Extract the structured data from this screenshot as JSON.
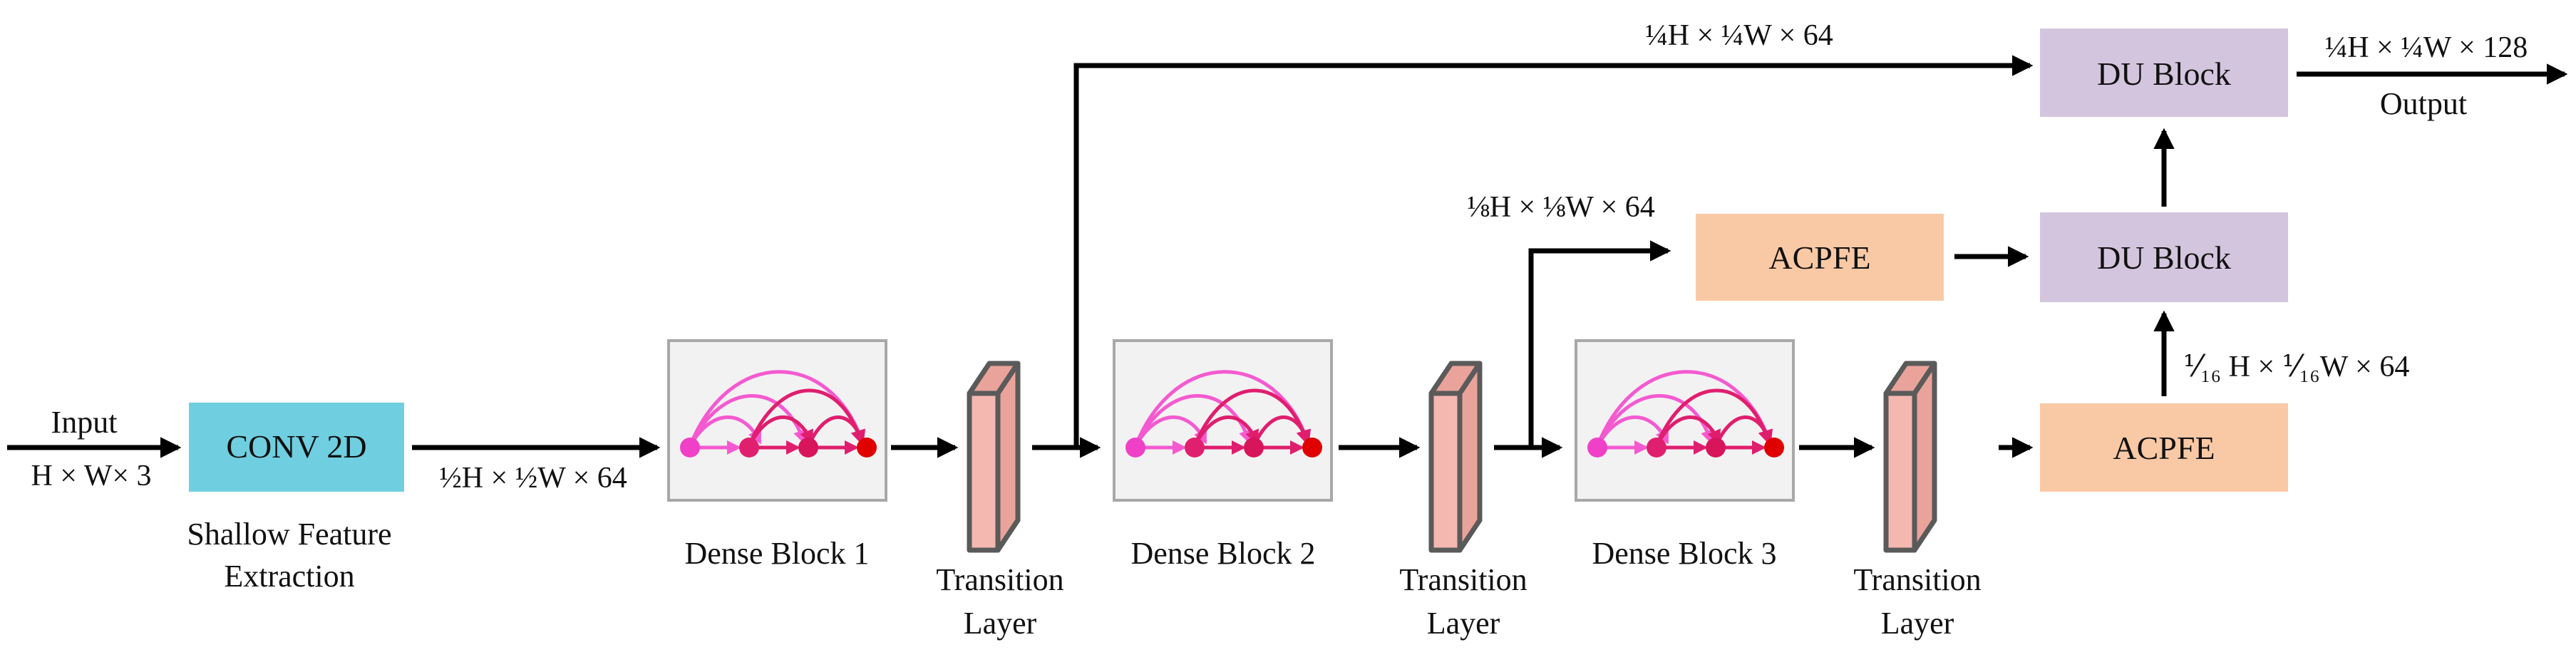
{
  "colors": {
    "conv": "#6fcfe0",
    "acpfe": "#f9c9a5",
    "du": "#d4c5df",
    "dense_bg": "#f2f2f2",
    "dense_border": "#a8a8a8",
    "transition_front": "#f4b8b0",
    "transition_side": "#eaa39a",
    "transition_edge": "#5a5a5a",
    "node_1": "#f040c8",
    "node_2": "#e0206e",
    "node_3": "#d8145a",
    "node_4": "#e00000",
    "arc_light": "#f45ad0",
    "arc_dark": "#e01e6e"
  },
  "input": {
    "label": "Input",
    "dims": "H × W× 3"
  },
  "conv": {
    "label": "CONV 2D",
    "caption_line1": "Shallow Feature",
    "caption_line2": "Extraction"
  },
  "dims": {
    "half": "½H × ½W × 64",
    "quarter": "¼H × ¼W × 64",
    "eighth": "⅛H × ⅛W × 64",
    "sixteenth": "⅟₁₆ H × ⅟₁₆W × 64",
    "output": "¼H × ¼W × 128"
  },
  "dense_blocks": [
    {
      "label": "Dense Block 1"
    },
    {
      "label": "Dense Block 2"
    },
    {
      "label": "Dense Block 3"
    }
  ],
  "transition": {
    "line1": "Transition",
    "line2": "Layer"
  },
  "acpfe": {
    "label": "ACPFE"
  },
  "du": {
    "label": "DU Block"
  },
  "output": {
    "label": "Output"
  }
}
